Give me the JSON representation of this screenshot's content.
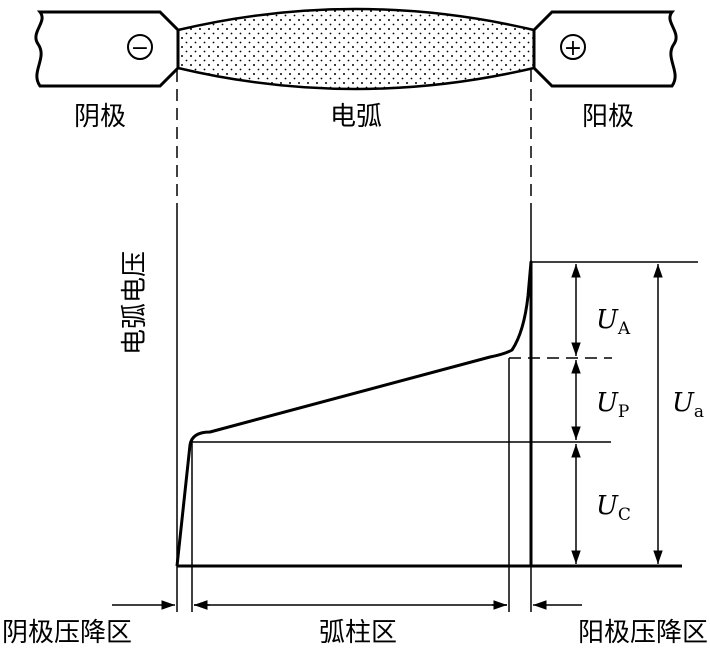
{
  "electrodes": {
    "cathode_label": "阴极",
    "arc_label": "电弧",
    "anode_label": "阳极",
    "cathode_sign": "−",
    "anode_sign": "+"
  },
  "graph": {
    "y_axis_label": "电弧电压"
  },
  "voltages": {
    "ua_main": "U",
    "ua_sub": "A",
    "up_main": "U",
    "up_sub": "P",
    "uc_main": "U",
    "uc_sub": "C",
    "utotal_main": "U",
    "utotal_sub": "a"
  },
  "regions": {
    "cathode_region": "阴极压降区",
    "column_region": "弧柱区",
    "anode_region": "阳极压降区"
  }
}
